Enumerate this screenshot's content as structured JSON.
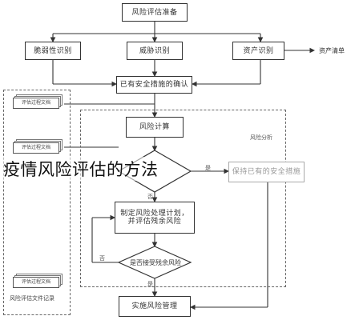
{
  "title": "疫情风险评估的方法",
  "nodes": {
    "top": "风险评估准备",
    "left": "脆弱性识别",
    "mid": "威胁识别",
    "right": "资产识别",
    "confirm": "已有安全措施的确认",
    "calc": "风险计算",
    "keep": "保持已有的安全措施",
    "plan": "制定风险处理计划，并评估残余风险",
    "accept": "是否接受残余风险",
    "implement": "实施风险管理"
  },
  "side_labels": {
    "right_out": "资产清单",
    "analysis": "风险分析",
    "yes_right": "是",
    "no_down": "否",
    "no_left": "否",
    "yes_down": "是"
  },
  "docs": {
    "stack1": "评估过程文档",
    "stack2": "评估过程文档",
    "stack3": "评估过程文档",
    "record": "风险评估文件记录"
  }
}
